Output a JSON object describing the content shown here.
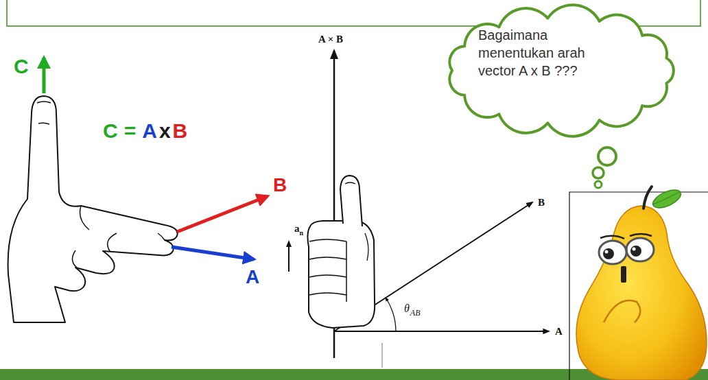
{
  "diagram": {
    "nodes": [
      {
        "text": [
          "Bagaimana menentukan arah vector A x B ???"
        ]
      }
    ],
    "labels": [
      "C",
      "C",
      "=",
      "A",
      "x",
      "B",
      "B",
      "A",
      "A × B",
      "a",
      "n",
      "θ",
      "AB",
      "B",
      "A"
    ]
  }
}
